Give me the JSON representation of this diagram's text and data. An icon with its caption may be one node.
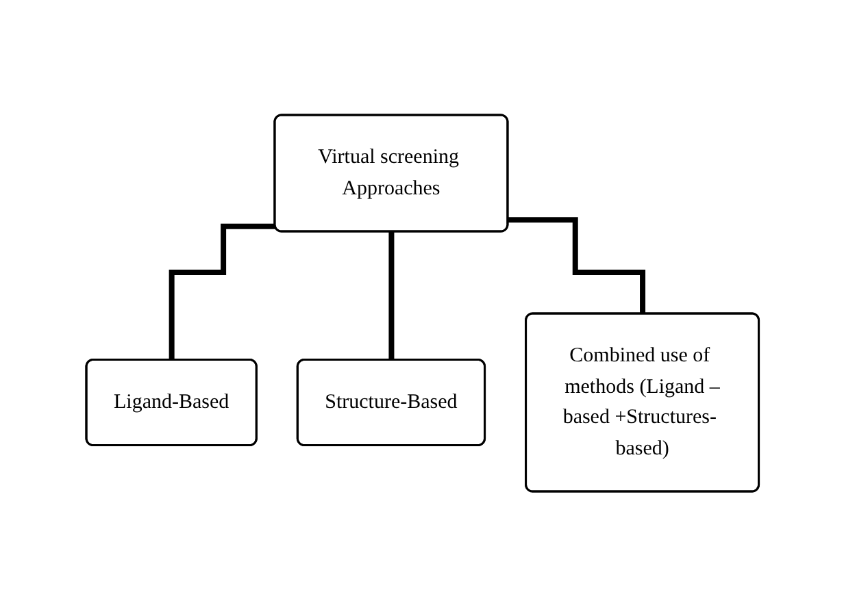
{
  "diagram": {
    "nodes": [
      {
        "text": [
          "Virtual screening Approaches"
        ]
      },
      {
        "text": [
          "Ligand-Based"
        ]
      },
      {
        "text": [
          "Structure-Based"
        ]
      },
      {
        "text": [
          "Combined use of methods (Ligand –based +Structures- based)"
        ]
      }
    ],
    "edges": [
      {
        "from": 0,
        "to": 1,
        "arrow": "none"
      },
      {
        "from": 0,
        "to": 2,
        "arrow": "none"
      },
      {
        "from": 0,
        "to": 3,
        "arrow": "none"
      }
    ]
  }
}
